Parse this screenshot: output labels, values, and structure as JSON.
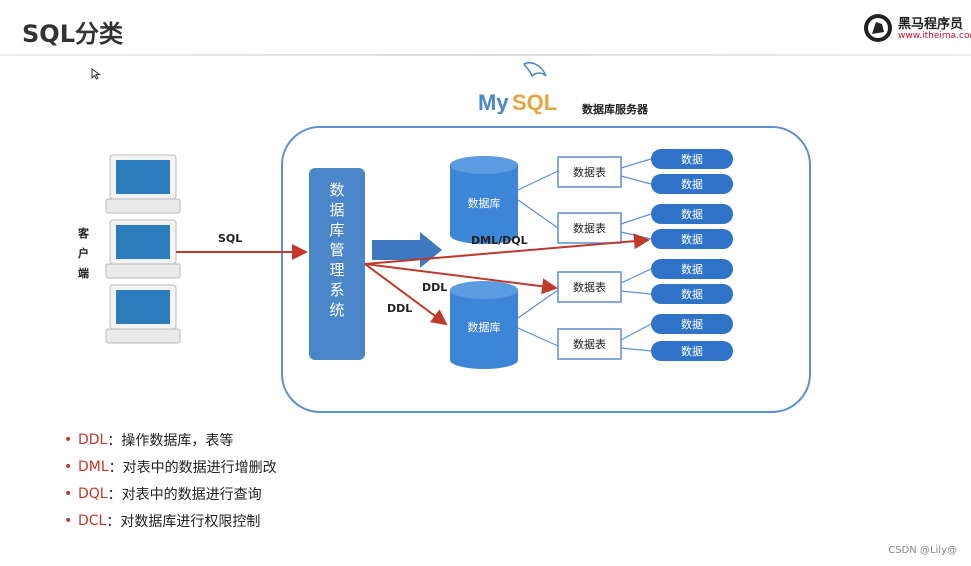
{
  "header": {
    "title": "SQL分类",
    "brand_name": "黑马程序员",
    "brand_url": "www.itheima.com"
  },
  "diagram": {
    "server_label": "数据库服务器",
    "mysql_text": "MySQL",
    "client_label": "客户端",
    "sql_label": "SQL",
    "dbms_label": "数据库管理系统",
    "dml_dql_label": "DML/DQL",
    "ddl_label_1": "DDL",
    "ddl_label_2": "DDL",
    "databases": [
      "数据库",
      "数据库"
    ],
    "tables": [
      "数据表",
      "数据表",
      "数据表",
      "数据表"
    ],
    "data_items": [
      "数据",
      "数据",
      "数据",
      "数据",
      "数据",
      "数据",
      "数据",
      "数据"
    ]
  },
  "bullets": [
    {
      "term": "DDL",
      "desc": "：操作数据库，表等"
    },
    {
      "term": "DML",
      "desc": "：对表中的数据进行增删改"
    },
    {
      "term": "DQL",
      "desc": "：对表中的数据进行查询"
    },
    {
      "term": "DCL",
      "desc": "：对数据库进行权限控制"
    }
  ],
  "footer": {
    "watermark": "CSDN @Lily@"
  },
  "colors": {
    "accent_blue": "#4a86c8",
    "arrow_red": "#c0392b",
    "outline_blue": "#5b8fd6"
  }
}
